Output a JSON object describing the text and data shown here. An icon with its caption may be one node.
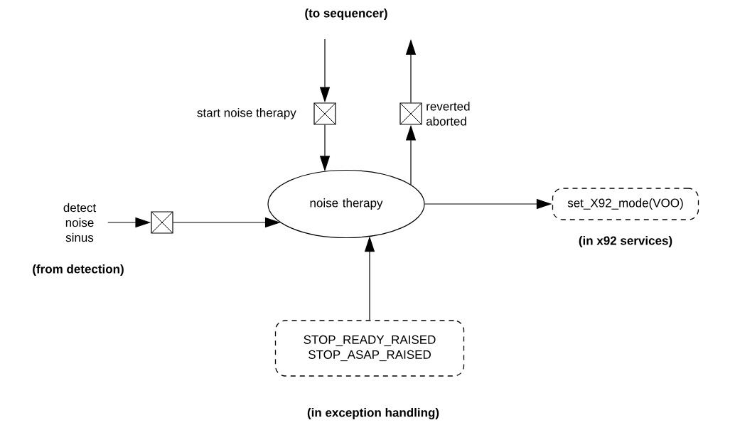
{
  "diagram": {
    "nodes": [
      {
        "text": [
          "noise therapy"
        ]
      },
      {
        "text": [],
        "shape": "box",
        "beside": [
          "start noise therapy"
        ]
      },
      {
        "text": [],
        "shape": "box",
        "beside": [
          "reverted aborted"
        ]
      },
      {
        "text": [
          "detect noise sinus"
        ],
        "beside": [
          "(from detection)"
        ]
      },
      {
        "text": [],
        "shape": "box"
      },
      {
        "text": [
          "set_X92_mode(VOO)"
        ],
        "beside": [
          "(in x92 services)"
        ]
      },
      {
        "text": [
          "STOP_READY_RAISED STOP_ASAP_RAISED"
        ],
        "beside": [
          "(in exception handling)"
        ]
      }
    ],
    "edges": [
      {
        "from": null,
        "to": 1,
        "arrow": "to"
      },
      {
        "from": 1,
        "to": 0,
        "arrow": "to"
      },
      {
        "from": 0,
        "to": 2,
        "arrow": "to"
      },
      {
        "from": 2,
        "to": null,
        "arrow": "to"
      },
      {
        "from": 3,
        "to": 4,
        "arrow": "to"
      },
      {
        "from": 4,
        "to": 0,
        "arrow": "to"
      },
      {
        "from": 0,
        "to": 5,
        "arrow": "to"
      },
      {
        "from": 6,
        "to": 0,
        "arrow": "to"
      }
    ],
    "labels": [
      "(to sequencer)"
    ]
  }
}
